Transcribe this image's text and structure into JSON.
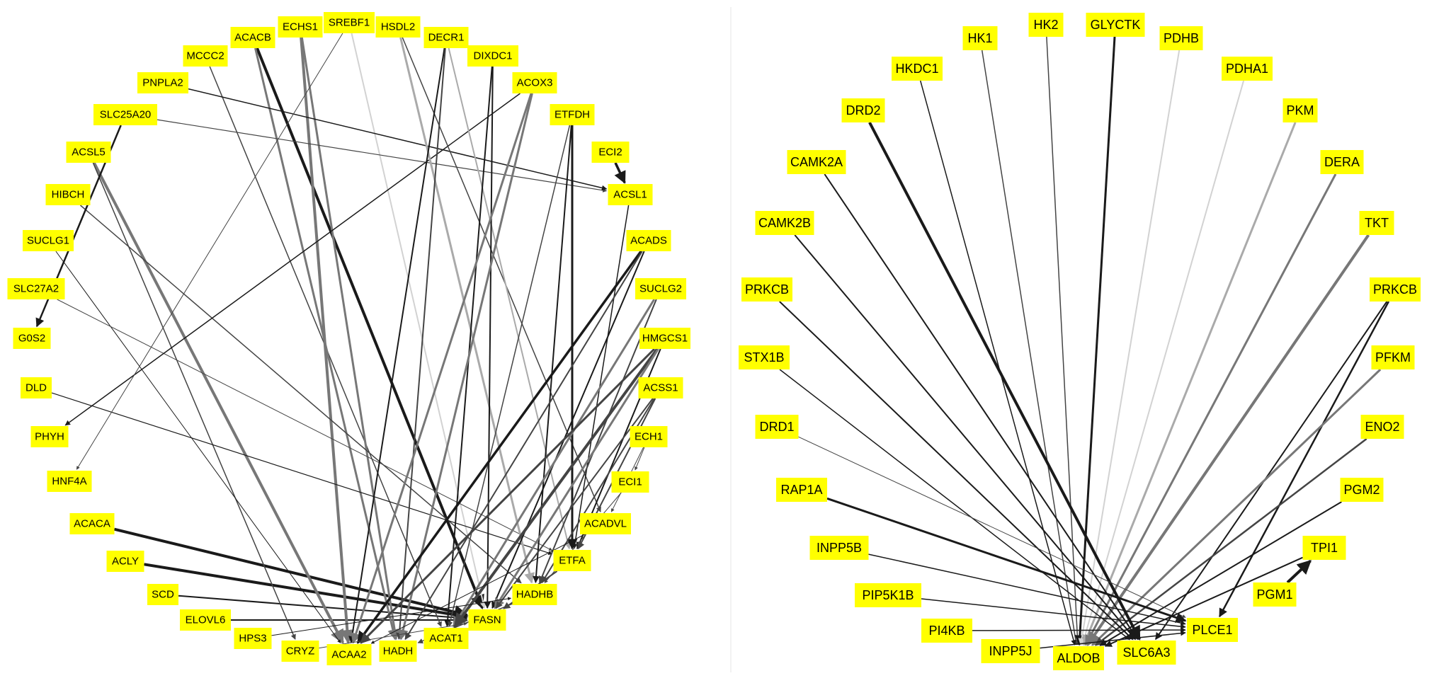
{
  "colors": {
    "background": "#ffffff",
    "node_fill": "#ffff00",
    "label": "#000000",
    "edge_black": "#1a1a1a",
    "edge_dark": "#444444",
    "edge_mid": "#777777",
    "edge_light": "#aaaaaa",
    "edge_pale": "#d2d2d2"
  },
  "networks": [
    {
      "id": "left-network",
      "nodes": [
        {
          "id": "L_SREBF1",
          "label": "SREBF1"
        },
        {
          "id": "L_HSDL2",
          "label": "HSDL2"
        },
        {
          "id": "L_DECR1",
          "label": "DECR1"
        },
        {
          "id": "L_DIXDC1",
          "label": "DIXDC1"
        },
        {
          "id": "L_ACOX3",
          "label": "ACOX3"
        },
        {
          "id": "L_ETFDH",
          "label": "ETFDH"
        },
        {
          "id": "L_ECI2",
          "label": "ECI2"
        },
        {
          "id": "L_ACSL1",
          "label": "ACSL1"
        },
        {
          "id": "L_ACADS",
          "label": "ACADS"
        },
        {
          "id": "L_SUCLG2",
          "label": "SUCLG2"
        },
        {
          "id": "L_HMGCS1",
          "label": "HMGCS1"
        },
        {
          "id": "L_ACSS1",
          "label": "ACSS1"
        },
        {
          "id": "L_ECH1",
          "label": "ECH1"
        },
        {
          "id": "L_ECI1",
          "label": "ECI1"
        },
        {
          "id": "L_ACADVL",
          "label": "ACADVL"
        },
        {
          "id": "L_ETFA",
          "label": "ETFA"
        },
        {
          "id": "L_HADHB",
          "label": "HADHB"
        },
        {
          "id": "L_FASN",
          "label": "FASN"
        },
        {
          "id": "L_ACAT1",
          "label": "ACAT1"
        },
        {
          "id": "L_HADH",
          "label": "HADH"
        },
        {
          "id": "L_ACAA2",
          "label": "ACAA2"
        },
        {
          "id": "L_CRYZ",
          "label": "CRYZ"
        },
        {
          "id": "L_HPS3",
          "label": "HPS3"
        },
        {
          "id": "L_ELOVL6",
          "label": "ELOVL6"
        },
        {
          "id": "L_SCD",
          "label": "SCD"
        },
        {
          "id": "L_ACLY",
          "label": "ACLY"
        },
        {
          "id": "L_ACACA",
          "label": "ACACA"
        },
        {
          "id": "L_HNF4A",
          "label": "HNF4A"
        },
        {
          "id": "L_PHYH",
          "label": "PHYH"
        },
        {
          "id": "L_DLD",
          "label": "DLD"
        },
        {
          "id": "L_G0S2",
          "label": "G0S2"
        },
        {
          "id": "L_SLC27A2",
          "label": "SLC27A2"
        },
        {
          "id": "L_SUCLG1",
          "label": "SUCLG1"
        },
        {
          "id": "L_HIBCH",
          "label": "HIBCH"
        },
        {
          "id": "L_ACSL5",
          "label": "ACSL5"
        },
        {
          "id": "L_SLC25A20",
          "label": "SLC25A20"
        },
        {
          "id": "L_PNPLA2",
          "label": "PNPLA2"
        },
        {
          "id": "L_MCCC2",
          "label": "MCCC2"
        },
        {
          "id": "L_ACACB",
          "label": "ACACB"
        },
        {
          "id": "L_ECHS1",
          "label": "ECHS1"
        }
      ],
      "edges": [
        {
          "from": "L_ACACA",
          "to": "L_FASN",
          "shade": "black",
          "weight": 4
        },
        {
          "from": "L_ACLY",
          "to": "L_FASN",
          "shade": "black",
          "weight": 4
        },
        {
          "from": "L_SCD",
          "to": "L_FASN",
          "shade": "black",
          "weight": 2
        },
        {
          "from": "L_ELOVL6",
          "to": "L_FASN",
          "shade": "black",
          "weight": 2
        },
        {
          "from": "L_ACACB",
          "to": "L_FASN",
          "shade": "black",
          "weight": 4
        },
        {
          "from": "L_SREBF1",
          "to": "L_FASN",
          "shade": "pale",
          "weight": 2
        },
        {
          "from": "L_MCCC2",
          "to": "L_ACAT1",
          "shade": "dark",
          "weight": 1.5
        },
        {
          "from": "L_ECHS1",
          "to": "L_ACAA2",
          "shade": "mid",
          "weight": 4
        },
        {
          "from": "L_ECHS1",
          "to": "L_HADH",
          "shade": "mid",
          "weight": 3
        },
        {
          "from": "L_ACACB",
          "to": "L_HADH",
          "shade": "mid",
          "weight": 3
        },
        {
          "from": "L_ACSL5",
          "to": "L_ACAA2",
          "shade": "mid",
          "weight": 4
        },
        {
          "from": "L_ACSL5",
          "to": "L_CRYZ",
          "shade": "dark",
          "weight": 1.5
        },
        {
          "from": "L_HIBCH",
          "to": "L_HADHB",
          "shade": "dark",
          "weight": 1.5
        },
        {
          "from": "L_SUCLG1",
          "to": "L_ACAA2",
          "shade": "black",
          "weight": 1
        },
        {
          "from": "L_SLC27A2",
          "to": "L_ETFA",
          "shade": "dark",
          "weight": 1
        },
        {
          "from": "L_DLD",
          "to": "L_ETFA",
          "shade": "black",
          "weight": 1.2
        },
        {
          "from": "L_SLC25A20",
          "to": "L_G0S2",
          "shade": "black",
          "weight": 2.5
        },
        {
          "from": "L_SLC25A20",
          "to": "L_ACSL1",
          "shade": "dark",
          "weight": 1.2
        },
        {
          "from": "L_PNPLA2",
          "to": "L_ACSL1",
          "shade": "black",
          "weight": 1.5
        },
        {
          "from": "L_ACOX3",
          "to": "L_PHYH",
          "shade": "black",
          "weight": 1.5
        },
        {
          "from": "L_SREBF1",
          "to": "L_HNF4A",
          "shade": "dark",
          "weight": 1
        },
        {
          "from": "L_HSDL2",
          "to": "L_HADHB",
          "shade": "light",
          "weight": 3
        },
        {
          "from": "L_HSDL2",
          "to": "L_ACADVL",
          "shade": "dark",
          "weight": 1.5
        },
        {
          "from": "L_DECR1",
          "to": "L_ACAA2",
          "shade": "black",
          "weight": 2
        },
        {
          "from": "L_DECR1",
          "to": "L_HADH",
          "shade": "dark",
          "weight": 2
        },
        {
          "from": "L_DECR1",
          "to": "L_ETFA",
          "shade": "light",
          "weight": 2
        },
        {
          "from": "L_DIXDC1",
          "to": "L_FASN",
          "shade": "black",
          "weight": 2
        },
        {
          "from": "L_DIXDC1",
          "to": "L_ACAT1",
          "shade": "black",
          "weight": 2
        },
        {
          "from": "L_ACOX3",
          "to": "L_ACAA2",
          "shade": "mid",
          "weight": 3
        },
        {
          "from": "L_ACOX3",
          "to": "L_HADH",
          "shade": "mid",
          "weight": 3
        },
        {
          "from": "L_ETFDH",
          "to": "L_ETFA",
          "shade": "black",
          "weight": 3
        },
        {
          "from": "L_ETFDH",
          "to": "L_HADHB",
          "shade": "black",
          "weight": 2
        },
        {
          "from": "L_ETFDH",
          "to": "L_ACAT1",
          "shade": "dark",
          "weight": 1.5
        },
        {
          "from": "L_ECI2",
          "to": "L_ACSL1",
          "shade": "black",
          "weight": 3.5
        },
        {
          "from": "L_ACSL1",
          "to": "L_ETFA",
          "shade": "black",
          "weight": 1.5
        },
        {
          "from": "L_ACADS",
          "to": "L_ACAA2",
          "shade": "black",
          "weight": 3.5
        },
        {
          "from": "L_ACADS",
          "to": "L_HADH",
          "shade": "dark",
          "weight": 2
        },
        {
          "from": "L_ACADS",
          "to": "L_FASN",
          "shade": "black",
          "weight": 2
        },
        {
          "from": "L_SUCLG2",
          "to": "L_ACAT1",
          "shade": "mid",
          "weight": 3
        },
        {
          "from": "L_SUCLG2",
          "to": "L_HADHB",
          "shade": "dark",
          "weight": 2
        },
        {
          "from": "L_HMGCS1",
          "to": "L_ACAT1",
          "shade": "dark",
          "weight": 4
        },
        {
          "from": "L_HMGCS1",
          "to": "L_ACAA2",
          "shade": "dark",
          "weight": 3
        },
        {
          "from": "L_HMGCS1",
          "to": "L_FASN",
          "shade": "mid",
          "weight": 3
        },
        {
          "from": "L_HMGCS1",
          "to": "L_ETFA",
          "shade": "black",
          "weight": 2
        },
        {
          "from": "L_ACSS1",
          "to": "L_ETFA",
          "shade": "dark",
          "weight": 2
        },
        {
          "from": "L_ACSS1",
          "to": "L_HADHB",
          "shade": "dark",
          "weight": 2
        },
        {
          "from": "L_ACSS1",
          "to": "L_FASN",
          "shade": "dark",
          "weight": 2
        },
        {
          "from": "L_ECH1",
          "to": "L_ACADVL",
          "shade": "dark",
          "weight": 1
        },
        {
          "from": "L_ECH1",
          "to": "L_ECI1",
          "shade": "dark",
          "weight": 1
        },
        {
          "from": "L_ECI1",
          "to": "L_HADHB",
          "shade": "dark",
          "weight": 1
        },
        {
          "from": "L_ACADVL",
          "to": "L_ACAA2",
          "shade": "black",
          "weight": 1
        },
        {
          "from": "L_HPS3",
          "to": "L_HADHB",
          "shade": "black",
          "weight": 1
        },
        {
          "from": "L_CRYZ",
          "to": "L_FASN",
          "shade": "dark",
          "weight": 1
        },
        {
          "from": "L_ETFA",
          "to": "L_FASN",
          "shade": "dark",
          "weight": 2
        },
        {
          "from": "L_HADHB",
          "to": "L_HADH",
          "shade": "dark",
          "weight": 1.5
        }
      ]
    },
    {
      "id": "right-network",
      "nodes": [
        {
          "id": "R_HK2",
          "label": "HK2"
        },
        {
          "id": "R_GLYCTK",
          "label": "GLYCTK"
        },
        {
          "id": "R_PDHB",
          "label": "PDHB"
        },
        {
          "id": "R_PDHA1",
          "label": "PDHA1"
        },
        {
          "id": "R_PKM",
          "label": "PKM"
        },
        {
          "id": "R_DERA",
          "label": "DERA"
        },
        {
          "id": "R_TKT",
          "label": "TKT"
        },
        {
          "id": "R_PRKCB_R",
          "label": "PRKCB"
        },
        {
          "id": "R_PFKM",
          "label": "PFKM"
        },
        {
          "id": "R_ENO2",
          "label": "ENO2"
        },
        {
          "id": "R_PGM2",
          "label": "PGM2"
        },
        {
          "id": "R_TPI1",
          "label": "TPI1"
        },
        {
          "id": "R_PGM1",
          "label": "PGM1"
        },
        {
          "id": "R_PLCE1",
          "label": "PLCE1"
        },
        {
          "id": "R_SLC6A3",
          "label": "SLC6A3"
        },
        {
          "id": "R_ALDOB",
          "label": "ALDOB"
        },
        {
          "id": "R_INPP5J",
          "label": "INPP5J"
        },
        {
          "id": "R_PI4KB",
          "label": "PI4KB"
        },
        {
          "id": "R_PIP5K1B",
          "label": "PIP5K1B"
        },
        {
          "id": "R_INPP5B",
          "label": "INPP5B"
        },
        {
          "id": "R_RAP1A",
          "label": "RAP1A"
        },
        {
          "id": "R_DRD1",
          "label": "DRD1"
        },
        {
          "id": "R_STX1B",
          "label": "STX1B"
        },
        {
          "id": "R_PRKCB_L",
          "label": "PRKCB"
        },
        {
          "id": "R_CAMK2B",
          "label": "CAMK2B"
        },
        {
          "id": "R_CAMK2A",
          "label": "CAMK2A"
        },
        {
          "id": "R_DRD2",
          "label": "DRD2"
        },
        {
          "id": "R_HKDC1",
          "label": "HKDC1"
        },
        {
          "id": "R_HK1",
          "label": "HK1"
        }
      ],
      "edges": [
        {
          "from": "R_HK1",
          "to": "R_ALDOB",
          "shade": "dark",
          "weight": 1.5
        },
        {
          "from": "R_HK2",
          "to": "R_ALDOB",
          "shade": "dark",
          "weight": 1.5
        },
        {
          "from": "R_GLYCTK",
          "to": "R_ALDOB",
          "shade": "black",
          "weight": 3
        },
        {
          "from": "R_PDHB",
          "to": "R_ALDOB",
          "shade": "pale",
          "weight": 2
        },
        {
          "from": "R_PDHA1",
          "to": "R_ALDOB",
          "shade": "pale",
          "weight": 2
        },
        {
          "from": "R_PKM",
          "to": "R_ALDOB",
          "shade": "light",
          "weight": 3
        },
        {
          "from": "R_DERA",
          "to": "R_ALDOB",
          "shade": "mid",
          "weight": 3
        },
        {
          "from": "R_TKT",
          "to": "R_ALDOB",
          "shade": "mid",
          "weight": 4
        },
        {
          "from": "R_PRKCB_R",
          "to": "R_SLC6A3",
          "shade": "black",
          "weight": 2
        },
        {
          "from": "R_PRKCB_R",
          "to": "R_PLCE1",
          "shade": "black",
          "weight": 2.5
        },
        {
          "from": "R_PFKM",
          "to": "R_ALDOB",
          "shade": "mid",
          "weight": 3
        },
        {
          "from": "R_ENO2",
          "to": "R_ALDOB",
          "shade": "dark",
          "weight": 2.5
        },
        {
          "from": "R_PGM2",
          "to": "R_ALDOB",
          "shade": "black",
          "weight": 2
        },
        {
          "from": "R_TPI1",
          "to": "R_ALDOB",
          "shade": "black",
          "weight": 2
        },
        {
          "from": "R_PGM1",
          "to": "R_TPI1",
          "shade": "black",
          "weight": 4
        },
        {
          "from": "R_HKDC1",
          "to": "R_ALDOB",
          "shade": "black",
          "weight": 1.5
        },
        {
          "from": "R_DRD2",
          "to": "R_SLC6A3",
          "shade": "black",
          "weight": 4
        },
        {
          "from": "R_CAMK2A",
          "to": "R_SLC6A3",
          "shade": "black",
          "weight": 2
        },
        {
          "from": "R_CAMK2B",
          "to": "R_SLC6A3",
          "shade": "black",
          "weight": 2
        },
        {
          "from": "R_PRKCB_L",
          "to": "R_SLC6A3",
          "shade": "black",
          "weight": 2
        },
        {
          "from": "R_STX1B",
          "to": "R_SLC6A3",
          "shade": "black",
          "weight": 1.5
        },
        {
          "from": "R_DRD1",
          "to": "R_PLCE1",
          "shade": "dark",
          "weight": 1
        },
        {
          "from": "R_RAP1A",
          "to": "R_PLCE1",
          "shade": "black",
          "weight": 3
        },
        {
          "from": "R_INPP5B",
          "to": "R_PLCE1",
          "shade": "black",
          "weight": 1.5
        },
        {
          "from": "R_PIP5K1B",
          "to": "R_PLCE1",
          "shade": "black",
          "weight": 1.5
        },
        {
          "from": "R_PI4KB",
          "to": "R_PLCE1",
          "shade": "black",
          "weight": 1.5
        },
        {
          "from": "R_INPP5J",
          "to": "R_PLCE1",
          "shade": "black",
          "weight": 1.5
        }
      ]
    }
  ]
}
